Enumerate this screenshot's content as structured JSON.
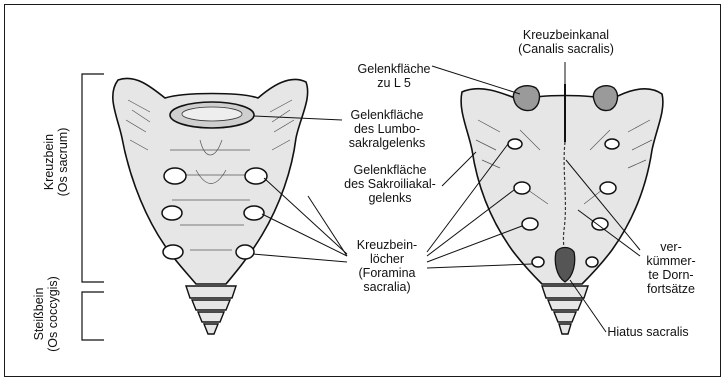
{
  "labels": {
    "canal": [
      "Kreuzbeinkanal",
      "(Canalis sacralis)"
    ],
    "facet_l5": [
      "Gelenkfläche",
      "zu L 5"
    ],
    "lumbosacral": [
      "Gelenkfläche",
      "des Lumbo-",
      "sakralgelenks"
    ],
    "sacroiliac": [
      "Gelenkfläche",
      "des Sakroiliakal-",
      "gelenks"
    ],
    "foramina": [
      "Kreuzbein-",
      "löcher",
      "(Foramina",
      "sacralia)"
    ],
    "spinous": [
      "ver-",
      "kümmer-",
      "te Dorn-",
      "fortsätze"
    ],
    "hiatus": [
      "Hiatus sacralis"
    ],
    "sacrum": [
      "Kreuzbein",
      "(Os sacrum)"
    ],
    "coccyx": [
      "Steißbein",
      "(Os coccygis)"
    ]
  },
  "colors": {
    "ink": "#111111",
    "bone": "#e6e6e6",
    "bone_shade": "#bdbdbd",
    "facet": "#9a9a9a"
  }
}
